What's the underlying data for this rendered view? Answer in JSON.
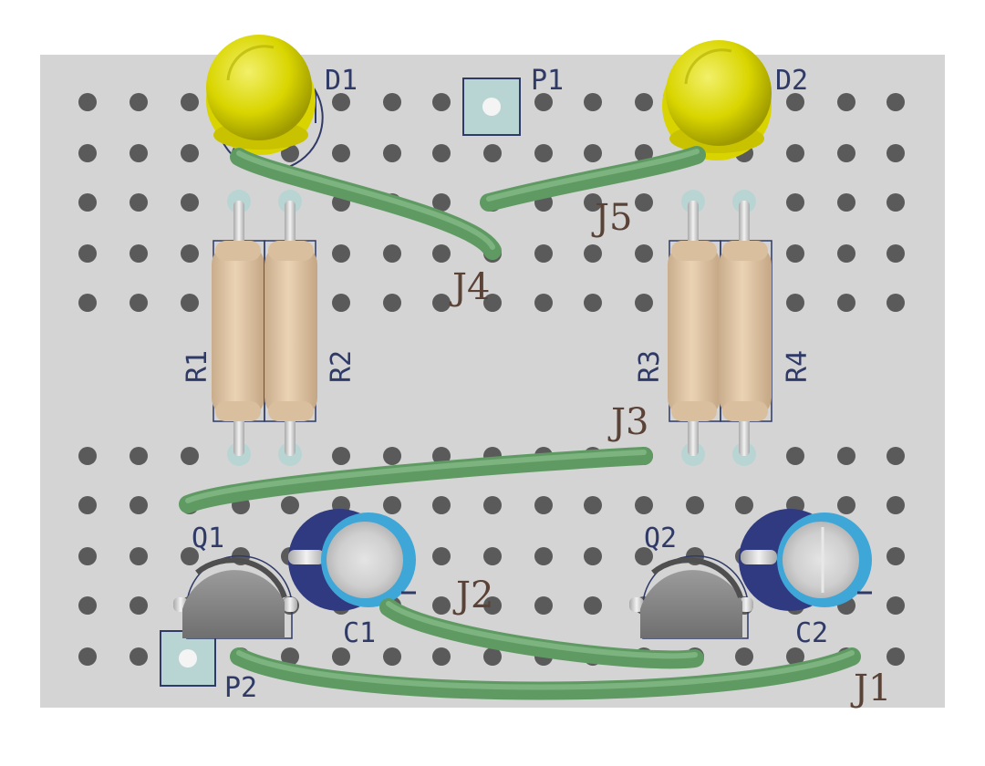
{
  "board": {
    "colors": {
      "board": "#d4d4d4",
      "hole": "#5a5a5a",
      "silkscreen": "#2f3a66",
      "wire": "#5f9a63",
      "wire_highlight": "#8fc493",
      "led_yellow": "#e3e000",
      "resistor_body": "#dcc3a2",
      "capacitor_blue": "#3fa6d8",
      "capacitor_dark": "#2f3a80",
      "transistor": "#8d8d8d",
      "pad": "#b8d5d3",
      "jumper_label": "#5a4236"
    },
    "labels": {
      "D1": "D1",
      "D2": "D2",
      "P1": "P1",
      "P2": "P2",
      "R1": "R1",
      "R2": "R2",
      "R3": "R3",
      "R4": "R4",
      "Q1": "Q1",
      "Q2": "Q2",
      "C1": "C1",
      "C2": "C2",
      "J1": "J1",
      "J2": "J2",
      "J3": "J3",
      "J4": "J4",
      "J5": "J5"
    }
  }
}
